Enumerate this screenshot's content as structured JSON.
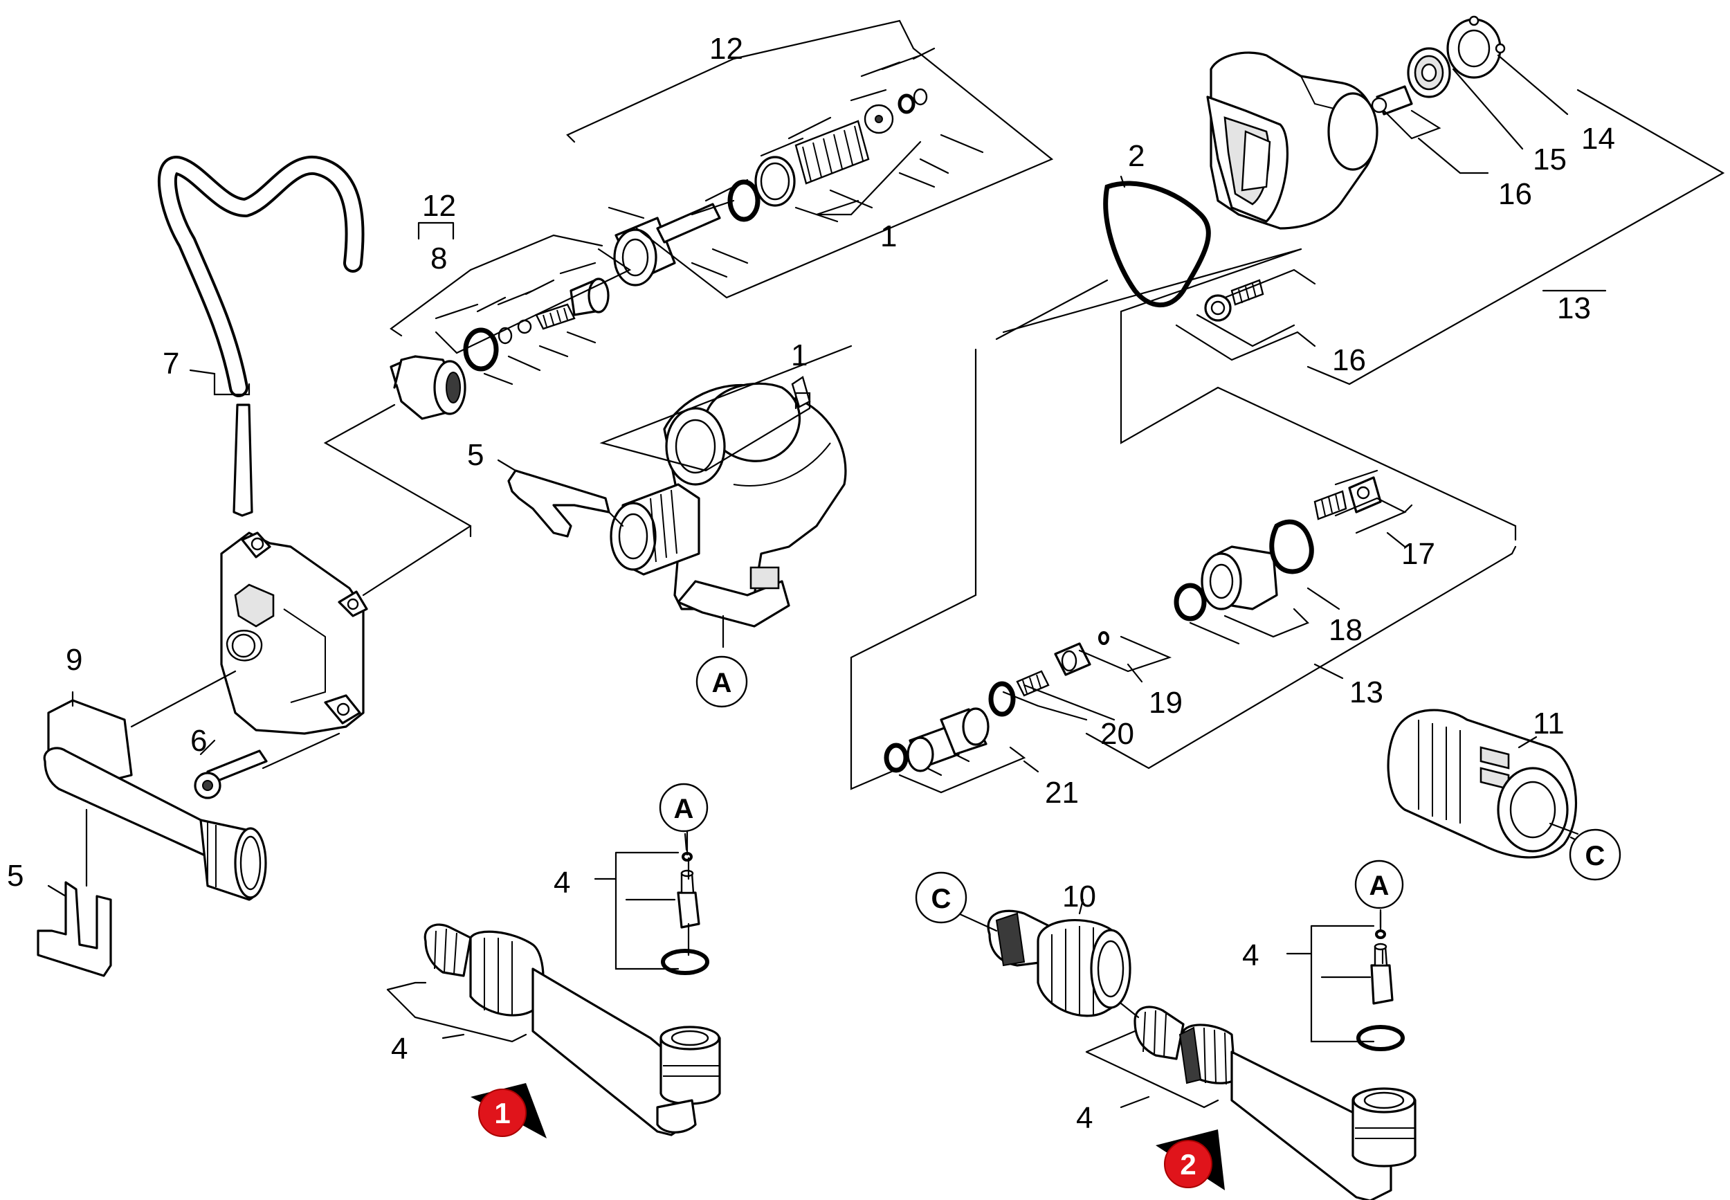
{
  "callouts": [
    {
      "key": "c-12a",
      "text": "12"
    },
    {
      "key": "c-12b",
      "text": "12"
    },
    {
      "key": "c-8",
      "text": "8"
    },
    {
      "key": "c-1a",
      "text": "1"
    },
    {
      "key": "c-1b",
      "text": "1"
    },
    {
      "key": "c-7",
      "text": "7"
    },
    {
      "key": "c-5a",
      "text": "5"
    },
    {
      "key": "c-5b",
      "text": "5"
    },
    {
      "key": "c-9",
      "text": "9"
    },
    {
      "key": "c-6",
      "text": "6"
    },
    {
      "key": "c-2",
      "text": "2"
    },
    {
      "key": "c-14",
      "text": "14"
    },
    {
      "key": "c-15",
      "text": "15"
    },
    {
      "key": "c-16a",
      "text": "16"
    },
    {
      "key": "c-16b",
      "text": "16"
    },
    {
      "key": "c-13a",
      "text": "13"
    },
    {
      "key": "c-13b",
      "text": "13"
    },
    {
      "key": "c-17",
      "text": "17"
    },
    {
      "key": "c-18",
      "text": "18"
    },
    {
      "key": "c-19",
      "text": "19"
    },
    {
      "key": "c-20",
      "text": "20"
    },
    {
      "key": "c-21",
      "text": "21"
    },
    {
      "key": "c-11",
      "text": "11"
    },
    {
      "key": "c-10",
      "text": "10"
    },
    {
      "key": "c-4a",
      "text": "4"
    },
    {
      "key": "c-4b",
      "text": "4"
    },
    {
      "key": "c-4c",
      "text": "4"
    },
    {
      "key": "c-4d",
      "text": "4"
    }
  ],
  "references": [
    {
      "key": "ref-a1",
      "text": "A"
    },
    {
      "key": "ref-a2",
      "text": "A"
    },
    {
      "key": "ref-a3",
      "text": "A"
    },
    {
      "key": "ref-c1",
      "text": "C"
    },
    {
      "key": "ref-c2",
      "text": "C"
    }
  ],
  "variant_badges": [
    {
      "key": "badge-1",
      "text": "1",
      "color": "#e0141b"
    },
    {
      "key": "badge-2",
      "text": "2",
      "color": "#e0141b"
    }
  ]
}
